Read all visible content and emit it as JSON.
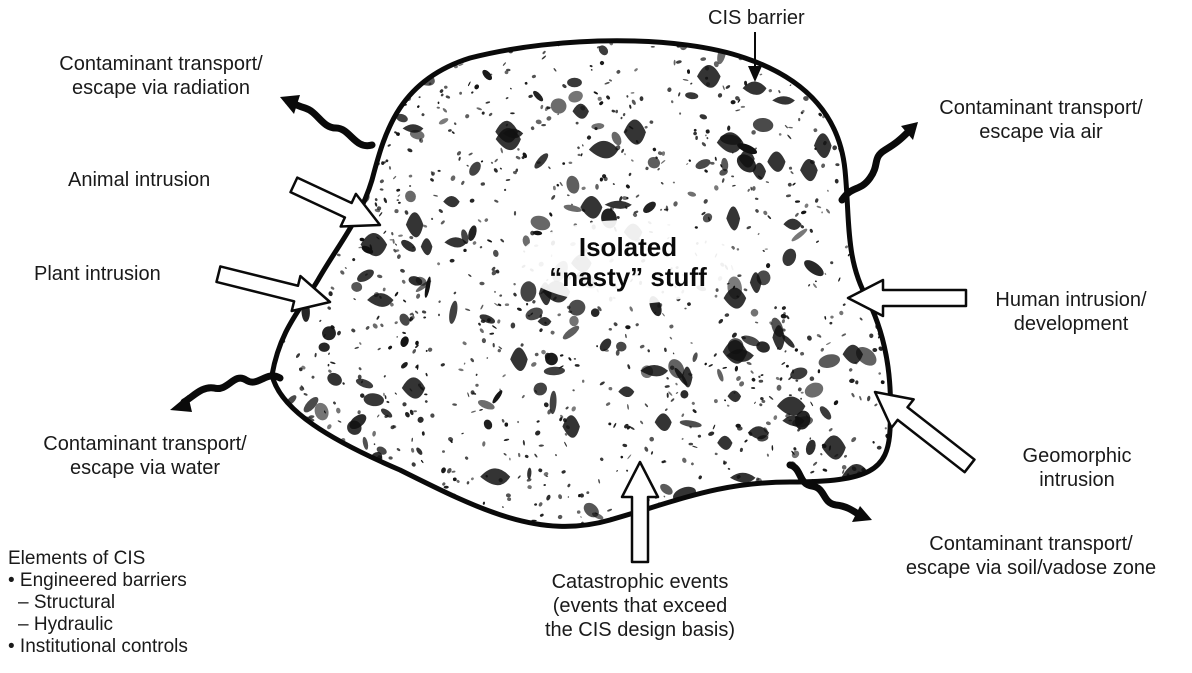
{
  "barrier": {
    "label": "CIS barrier"
  },
  "center": {
    "line1": "Isolated",
    "line2": "“nasty” stuff"
  },
  "labels": {
    "radiation": [
      "Contaminant transport/",
      "escape via radiation"
    ],
    "air": [
      "Contaminant transport/",
      "escape via air"
    ],
    "animal": "Animal intrusion",
    "plant": "Plant intrusion",
    "human": [
      "Human intrusion/",
      "development"
    ],
    "water": [
      "Contaminant transport/",
      "escape via water"
    ],
    "geomorphic": [
      "Geomorphic",
      "intrusion"
    ],
    "soil": [
      "Contaminant transport/",
      "escape via soil/vadose zone"
    ],
    "catastrophic": [
      "Catastrophic events",
      "(events that exceed",
      "the CIS design basis)"
    ]
  },
  "elements": {
    "title": "Elements of CIS",
    "items": [
      "• Engineered barriers",
      "– Structural",
      "– Hydraulic",
      "• Institutional controls"
    ]
  },
  "colors": {
    "outline": "#0a0a0a",
    "fill": "#ffffff",
    "speckle": "#111111"
  }
}
